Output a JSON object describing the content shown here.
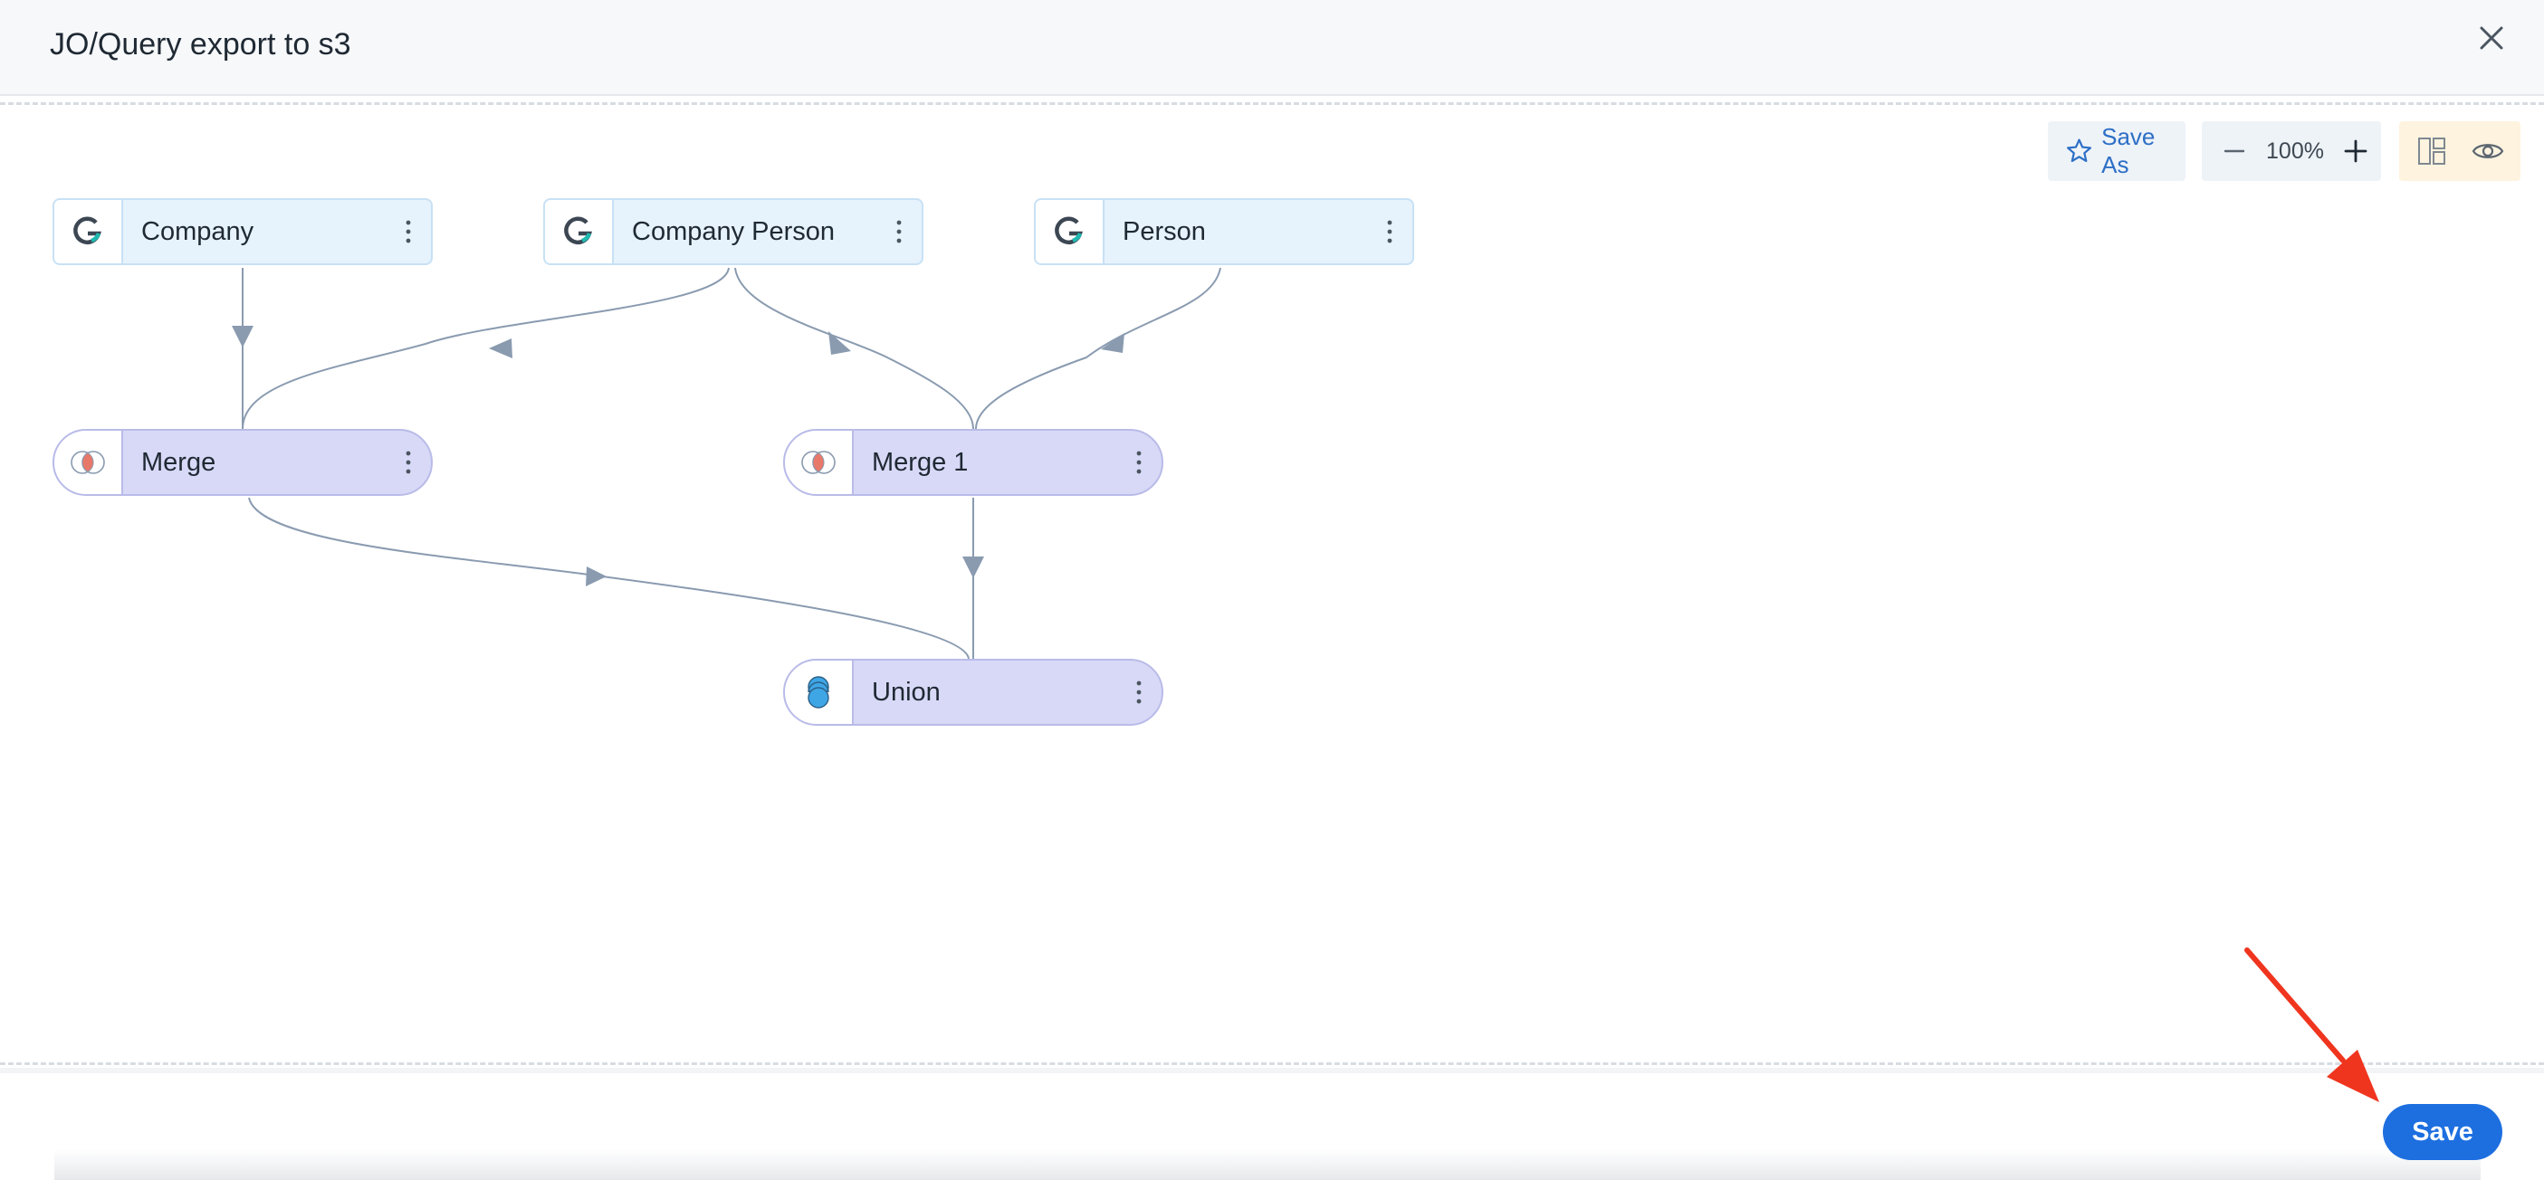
{
  "window": {
    "title": "JO/Query export to s3",
    "close_icon": "close-icon"
  },
  "toolbar": {
    "save_as_label": "Save As",
    "zoom_level": "100%",
    "icons": [
      "star-icon",
      "minus-icon",
      "plus-icon",
      "layout-icon",
      "eye-icon"
    ],
    "accent_color": "#2d6fc6",
    "view_group_bg": "#fdf3df"
  },
  "nodes": [
    {
      "id": "company",
      "label": "Company",
      "kind": "source",
      "icon": "g-source-icon"
    },
    {
      "id": "company-person",
      "label": "Company Person",
      "kind": "source",
      "icon": "g-source-icon"
    },
    {
      "id": "person",
      "label": "Person",
      "kind": "source",
      "icon": "g-source-icon"
    },
    {
      "id": "merge",
      "label": "Merge",
      "kind": "transform",
      "icon": "merge-icon"
    },
    {
      "id": "merge-1",
      "label": "Merge 1",
      "kind": "transform",
      "icon": "merge-icon"
    },
    {
      "id": "union",
      "label": "Union",
      "kind": "transform",
      "icon": "union-icon"
    }
  ],
  "edges": [
    {
      "from": "company",
      "to": "merge"
    },
    {
      "from": "company-person",
      "to": "merge"
    },
    {
      "from": "company-person",
      "to": "merge-1"
    },
    {
      "from": "person",
      "to": "merge-1"
    },
    {
      "from": "merge",
      "to": "union"
    },
    {
      "from": "merge-1",
      "to": "union"
    }
  ],
  "colors": {
    "source_node_bg": "#e6f2fc",
    "transform_node_bg": "#d8d9f7",
    "edge": "#8a9bb0",
    "primary": "#1d6fe0",
    "annotation_arrow": "#f0351f"
  },
  "footer": {
    "save_label": "Save"
  }
}
